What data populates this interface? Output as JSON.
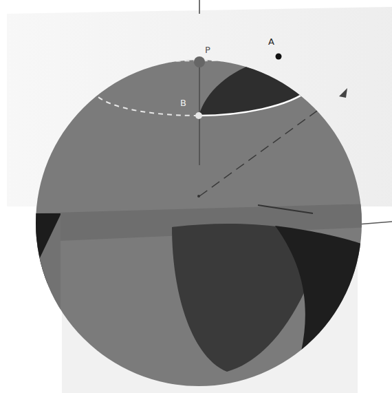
{
  "diagram": {
    "labels": [
      "P",
      "A",
      "B"
    ]
  }
}
